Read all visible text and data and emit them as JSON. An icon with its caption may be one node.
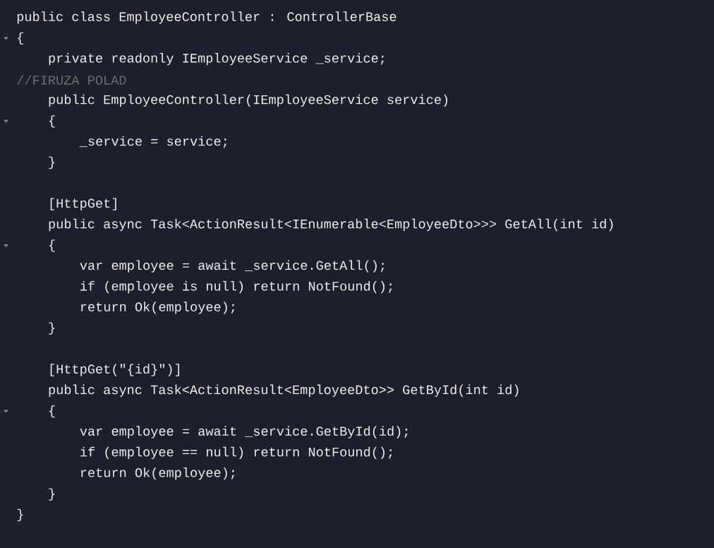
{
  "diagram": {
    "labels": [
      "public class EmployeeController : ControllerBase",
      "{",
      "private readonly IEmployeeService _service;",
      "//FIRUZA POLAD",
      "public EmployeeController(IEmployeeService service)",
      "{",
      "_service = service;",
      "}",
      "[HttpGet]",
      "public async Task<ActionResult<IEnumerable<EmployeeDto>>> GetAll(int id)",
      "{",
      "var employee = await _service.GetAll();",
      "if (employee is null) return NotFound();",
      "return Ok(employee);",
      "}",
      "[HttpGet(\"{id}\")]",
      "public async Task<ActionResult<EmployeeDto>> GetById(int id)",
      "{",
      "var employee = await _service.GetById(id);",
      "if (employee == null) return NotFound();",
      "return Ok(employee);",
      "}",
      "}"
    ]
  }
}
